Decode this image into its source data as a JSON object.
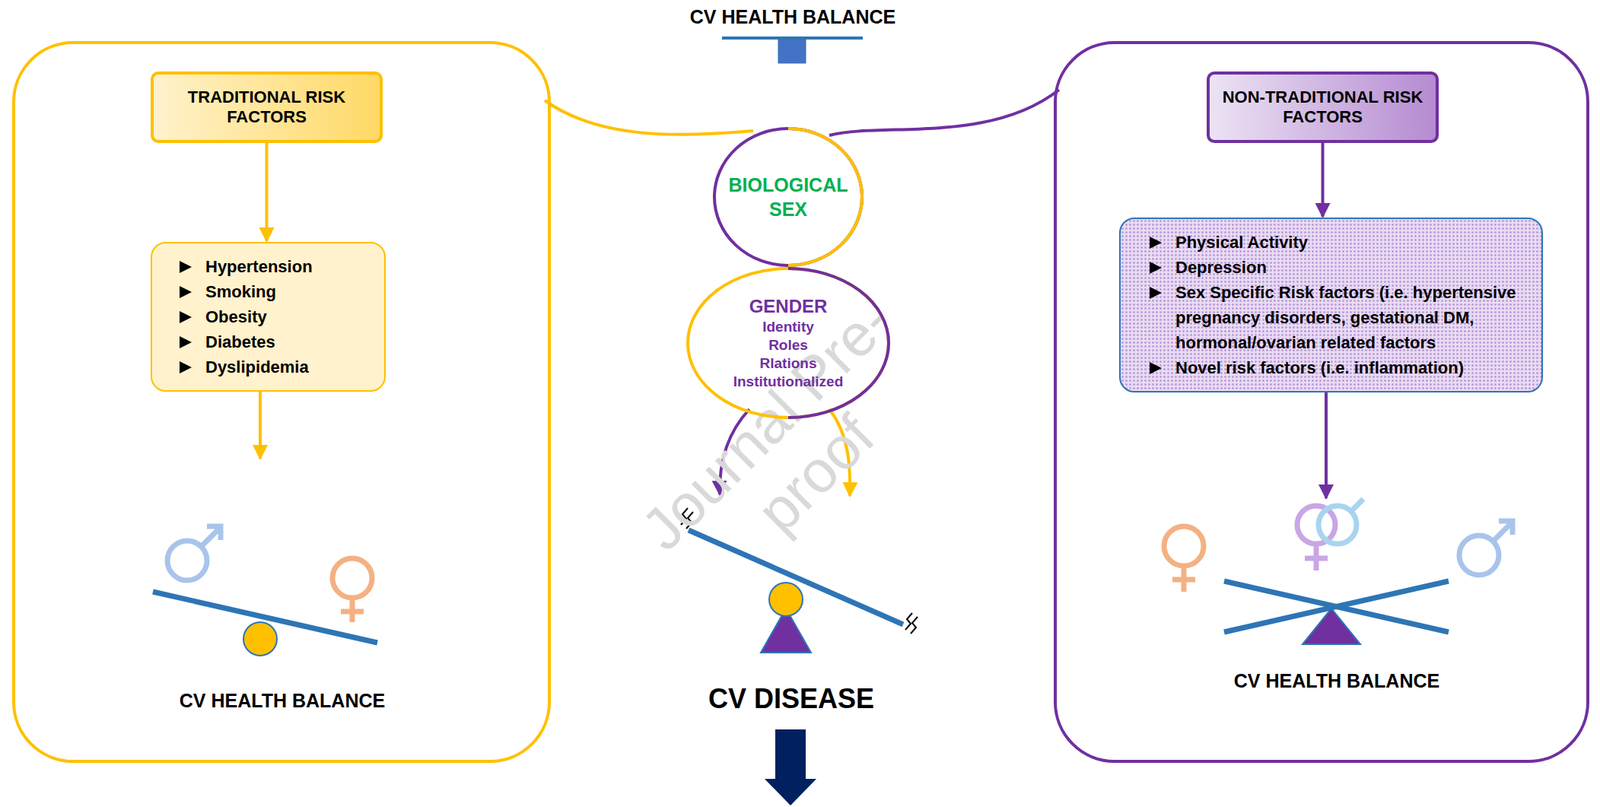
{
  "diagram": {
    "title": "CV HEALTH BALANCE",
    "nodes": [
      {
        "text": [
          "CV HEALTH BALANCE"
        ]
      },
      {
        "text": [
          "TRADITIONAL RISK FACTORS"
        ],
        "in": 0
      },
      {
        "text": [
          "Hypertension",
          "Smoking",
          "Obesity",
          "Diabetes",
          "Dyslipidemia"
        ],
        "in": 0
      },
      {
        "text": [
          "BIOLOGICAL SEX"
        ]
      },
      {
        "text": [
          "GENDER",
          "Identity",
          "Roles",
          "Rlations",
          "Institutionalized"
        ]
      },
      {
        "text": [
          "CV HEALTH BALANCE"
        ]
      },
      {
        "text": [
          "NON-TRADITIONAL RISK FACTORS"
        ],
        "in": 5
      },
      {
        "text": [
          "Physical Activity",
          "Depression",
          "Sex Specific Risk factors (i.e. hypertensive pregnancy disorders, gestational DM, hormonal/ovarian related factors",
          "Novel risk factors (i.e. inflammation)"
        ],
        "in": 5
      }
    ],
    "edges": [
      {
        "from": 1,
        "to": 2,
        "arrow": "to"
      },
      {
        "from": 6,
        "to": 7,
        "arrow": "to"
      }
    ],
    "labels": [
      "CV DISEASE",
      "Journal Pre-proof"
    ]
  }
}
